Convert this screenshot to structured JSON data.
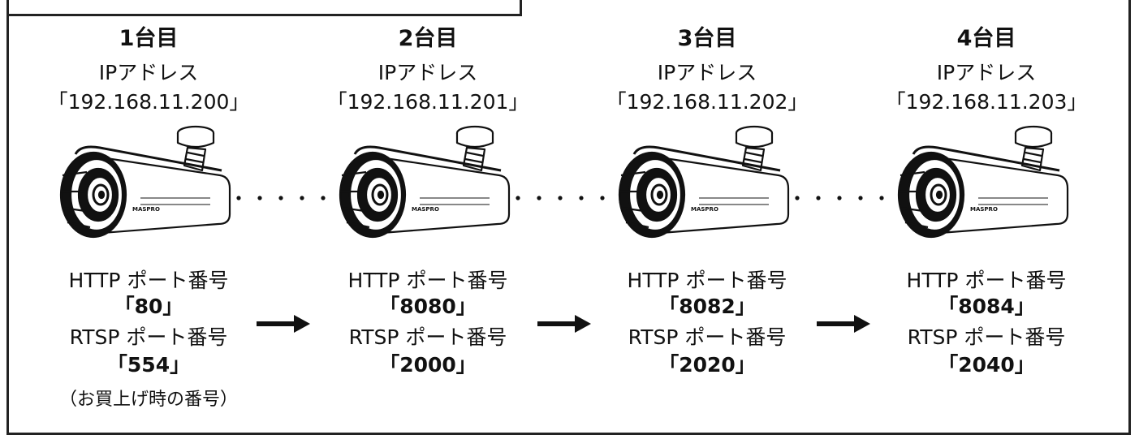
{
  "units": [
    {
      "title": "1台目",
      "ip_label": "IPアドレス",
      "ip": "「192.168.11.200」",
      "http_label": "HTTP ポート番号",
      "http_port": "「80」",
      "rtsp_label": "RTSP ポート番号",
      "rtsp_port": "「554」",
      "note": "（お買上げ時の番号）"
    },
    {
      "title": "2台目",
      "ip_label": "IPアドレス",
      "ip": "「192.168.11.201」",
      "http_label": "HTTP ポート番号",
      "http_port": "「8080」",
      "rtsp_label": "RTSP ポート番号",
      "rtsp_port": "「2000」"
    },
    {
      "title": "3台目",
      "ip_label": "IPアドレス",
      "ip": "「192.168.11.202」",
      "http_label": "HTTP ポート番号",
      "http_port": "「8082」",
      "rtsp_label": "RTSP ポート番号",
      "rtsp_port": "「2020」"
    },
    {
      "title": "4台目",
      "ip_label": "IPアドレス",
      "ip": "「192.168.11.203」",
      "http_label": "HTTP ポート番号",
      "http_port": "「8084」",
      "rtsp_label": "RTSP ポート番号",
      "rtsp_port": "「2040」"
    }
  ],
  "camera_brand": "MASPRO",
  "icons": {
    "camera": "security-camera-icon",
    "arrow": "right-arrow-icon"
  }
}
